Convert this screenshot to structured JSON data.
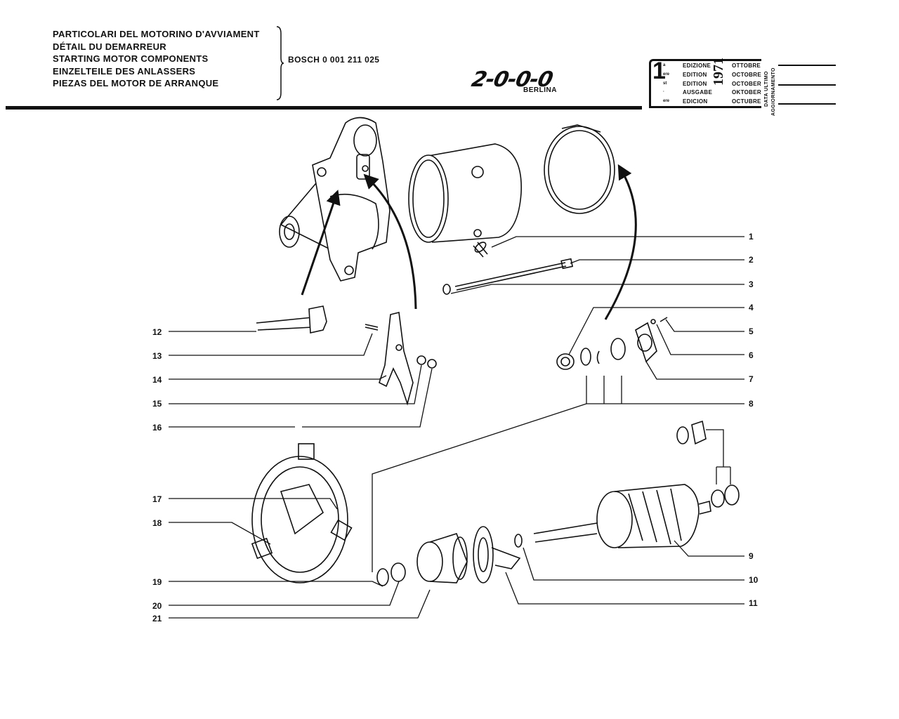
{
  "header": {
    "titles": [
      "PARTICOLARI DEL MOTORINO D'AVVIAMENT",
      "DÉTAIL DU DEMARREUR",
      "STARTING MOTOR COMPONENTS",
      "EINZELTEILE DES ANLASSERS",
      "PIEZAS DEL MOTOR DE ARRANQUE"
    ],
    "part_number": "BOSCH 0 001 211 025",
    "model_logo": "2-0-0-0",
    "model_variant": "BERLINA"
  },
  "edition": {
    "number": "1",
    "suffixes": [
      "a",
      "ere",
      "st",
      "·",
      "ere"
    ],
    "words": [
      "EDIZIONE",
      "EDITION",
      "EDITION",
      "AUSGABE",
      "EDICION"
    ],
    "months": [
      "OTTOBRE",
      "OCTOBRE",
      "OCTOBER",
      "OKTOBER",
      "OCTUBRE"
    ],
    "year": "1971",
    "last_update_label_1": "DATA ULTIMO",
    "last_update_label_2": "AGGIORNAMENTO"
  },
  "callouts": {
    "right": [
      "1",
      "2",
      "3",
      "4",
      "5",
      "6",
      "7",
      "8",
      "9",
      "10",
      "11"
    ],
    "left": [
      "12",
      "13",
      "14",
      "15",
      "16",
      "17",
      "18",
      "19",
      "20",
      "21"
    ]
  }
}
